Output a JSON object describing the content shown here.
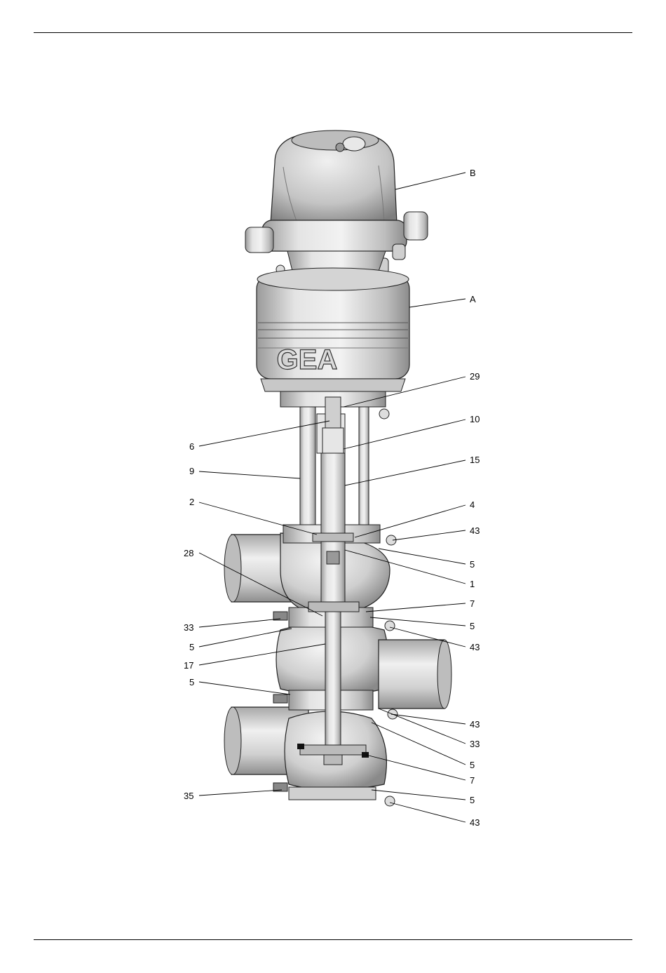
{
  "diagram": {
    "logo_text": "GEA",
    "callouts": [
      {
        "id": "B",
        "text": "B"
      },
      {
        "id": "A",
        "text": "A"
      },
      {
        "id": "29",
        "text": "29"
      },
      {
        "id": "10",
        "text": "10"
      },
      {
        "id": "6",
        "text": "6"
      },
      {
        "id": "15",
        "text": "15"
      },
      {
        "id": "9",
        "text": "9"
      },
      {
        "id": "2",
        "text": "2"
      },
      {
        "id": "4",
        "text": "4"
      },
      {
        "id": "43a",
        "text": "43"
      },
      {
        "id": "28",
        "text": "28"
      },
      {
        "id": "5a",
        "text": "5"
      },
      {
        "id": "1",
        "text": "1"
      },
      {
        "id": "7a",
        "text": "7"
      },
      {
        "id": "33a",
        "text": "33"
      },
      {
        "id": "5b",
        "text": "5"
      },
      {
        "id": "5c",
        "text": "5"
      },
      {
        "id": "43b",
        "text": "43"
      },
      {
        "id": "17",
        "text": "17"
      },
      {
        "id": "5d",
        "text": "5"
      },
      {
        "id": "43c",
        "text": "43"
      },
      {
        "id": "33b",
        "text": "33"
      },
      {
        "id": "5e",
        "text": "5"
      },
      {
        "id": "7b",
        "text": "7"
      },
      {
        "id": "35",
        "text": "35"
      },
      {
        "id": "5f",
        "text": "5"
      },
      {
        "id": "43d",
        "text": "43"
      }
    ]
  }
}
